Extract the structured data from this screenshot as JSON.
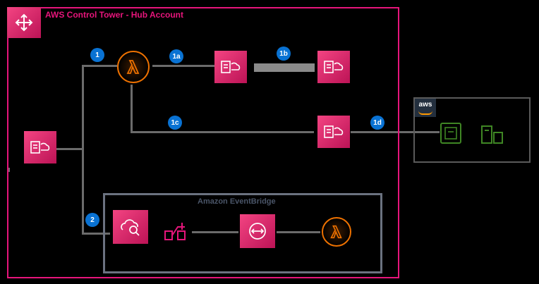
{
  "main_frame": {
    "title": "AWS Control Tower - Hub Account"
  },
  "sub_frame": {
    "title": "Amazon EventBridge"
  },
  "aws_frame": {
    "logo_text": "aws"
  },
  "badges": {
    "step1": "1",
    "step1a": "1a",
    "step1b": "1b",
    "step1c": "1c",
    "step1d": "1d",
    "step2": "2"
  },
  "icons": {
    "frame_logo": "control-tower-icon",
    "main_cloudformation": "cloudformation-icon",
    "lambda_top": "lambda-icon",
    "cfn_1a": "cloudformation-icon",
    "cfn_1b": "cloudformation-icon",
    "cfn_1d": "cloudformation-icon",
    "aws_green_1": "resource-icon",
    "aws_green_2": "resource-icon",
    "cloudwatch": "cloudwatch-icon",
    "event_rule": "eventbridge-rule-icon",
    "sqs": "sqs-icon",
    "lambda_bottom": "lambda-icon"
  },
  "colors": {
    "background": "#000000",
    "control_tower": "#e7157b",
    "eventbridge_frame": "#6b7280",
    "badge": "#0972d3",
    "lambda": "#ed7100",
    "resource": "#3f8624",
    "aws_logo": "#232f3e",
    "aws_smile": "#ff9900"
  }
}
